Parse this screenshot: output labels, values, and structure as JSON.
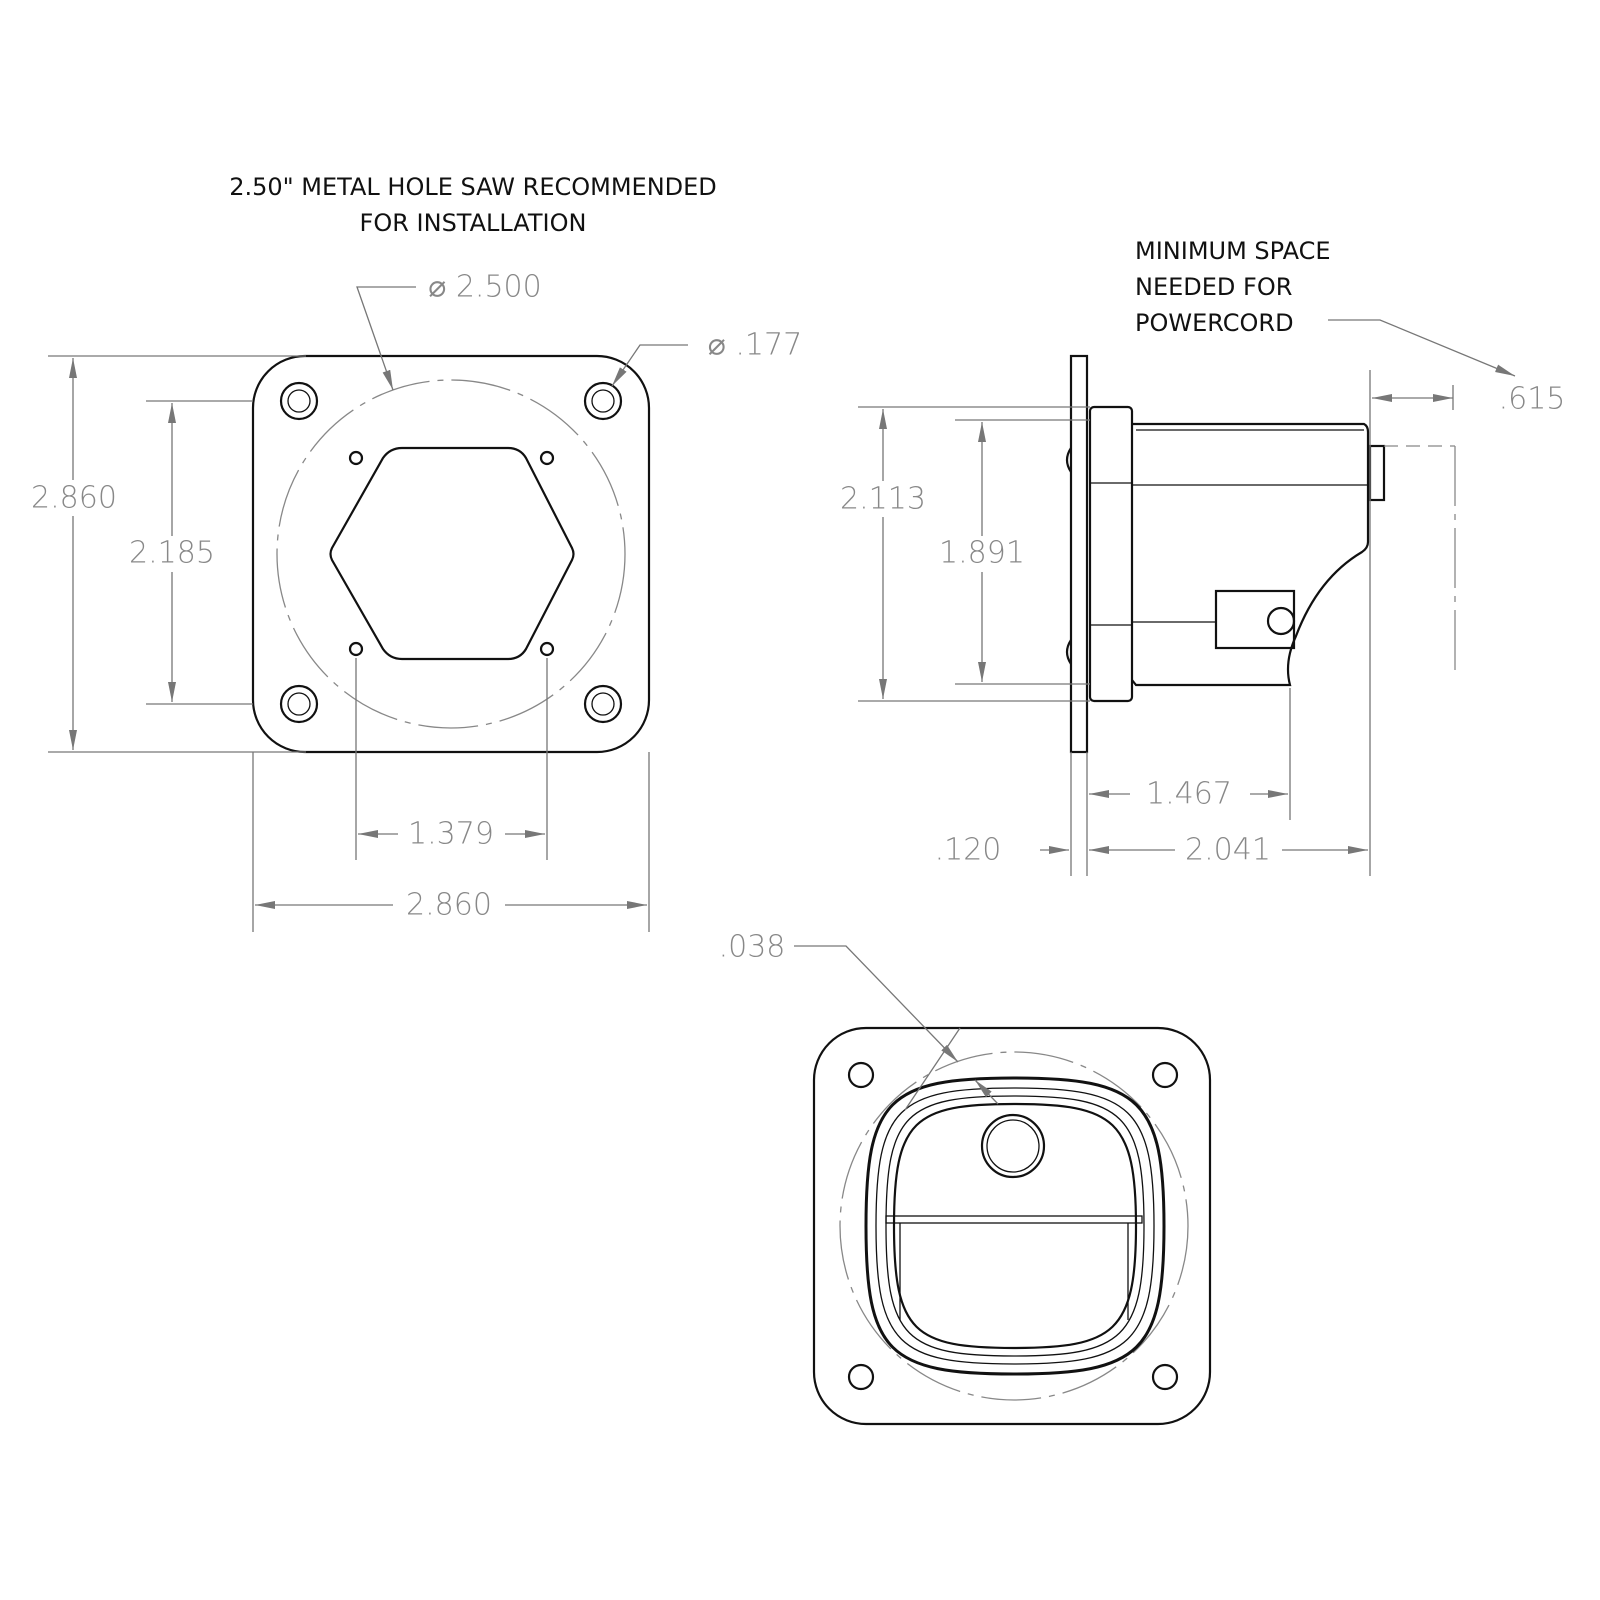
{
  "notes": {
    "hole_saw_line1": "2.50\" METAL HOLE SAW RECOMMENDED",
    "hole_saw_line2": "FOR INSTALLATION",
    "min_space_line1": "MINIMUM SPACE",
    "min_space_line2": "NEEDED FOR",
    "min_space_line3": "POWERCORD"
  },
  "front_view": {
    "hole_circle_dia": "⌀ 2.500",
    "mount_hole_dia": "⌀ .177",
    "overall_height": "2.860",
    "hole_spacing_vertical": "2.185",
    "inner_hole_spacing": "1.379",
    "overall_width": "2.860"
  },
  "side_view": {
    "body_height": "2.113",
    "inner_height": "1.891",
    "powercord_clearance": ".615",
    "flange_to_tab": "1.467",
    "flange_thickness": ".120",
    "overall_depth": "2.041"
  },
  "rear_view": {
    "wall_thickness": ".038"
  },
  "colors": {
    "line": "#111111",
    "dimension": "#777777"
  }
}
